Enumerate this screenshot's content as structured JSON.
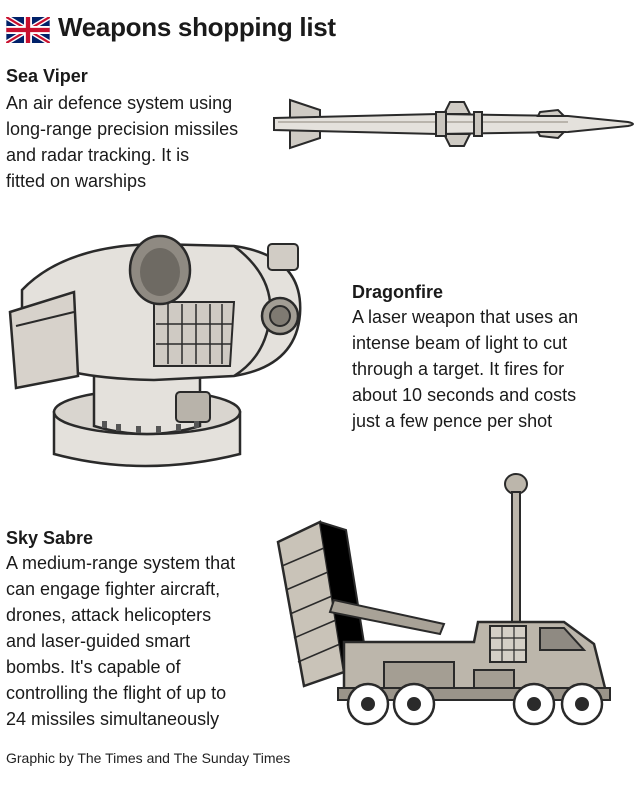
{
  "header": {
    "flag_icon": "union-jack-flag-icon",
    "title": "Weapons shopping list"
  },
  "items": [
    {
      "name": "Sea Viper",
      "lines": [
        "An air defence system using",
        "long-range precision missiles",
        "and radar tracking. It is",
        "fitted on warships"
      ],
      "icon": "missile-icon"
    },
    {
      "name": "Dragonfire",
      "lines": [
        "A laser weapon that uses an",
        "intense beam of light to cut",
        "through a target. It fires for",
        "about 10 seconds and costs",
        "just a few pence per shot"
      ],
      "icon": "laser-turret-icon"
    },
    {
      "name": "Sky Sabre",
      "lines": [
        "A medium-range system that",
        "can engage fighter aircraft,",
        "drones, attack helicopters",
        "and laser-guided smart",
        "bombs. It's capable of",
        "controlling the flight of up to",
        "24 missiles simultaneously"
      ],
      "icon": "launcher-truck-icon"
    }
  ],
  "credit": "Graphic by The Times and The Sunday Times",
  "colors": {
    "metal_light": "#e4e1dc",
    "metal_mid": "#c9c5be",
    "metal_dark": "#8f8a82",
    "truck": "#bcb6ab",
    "outline": "#2a2a2a"
  }
}
